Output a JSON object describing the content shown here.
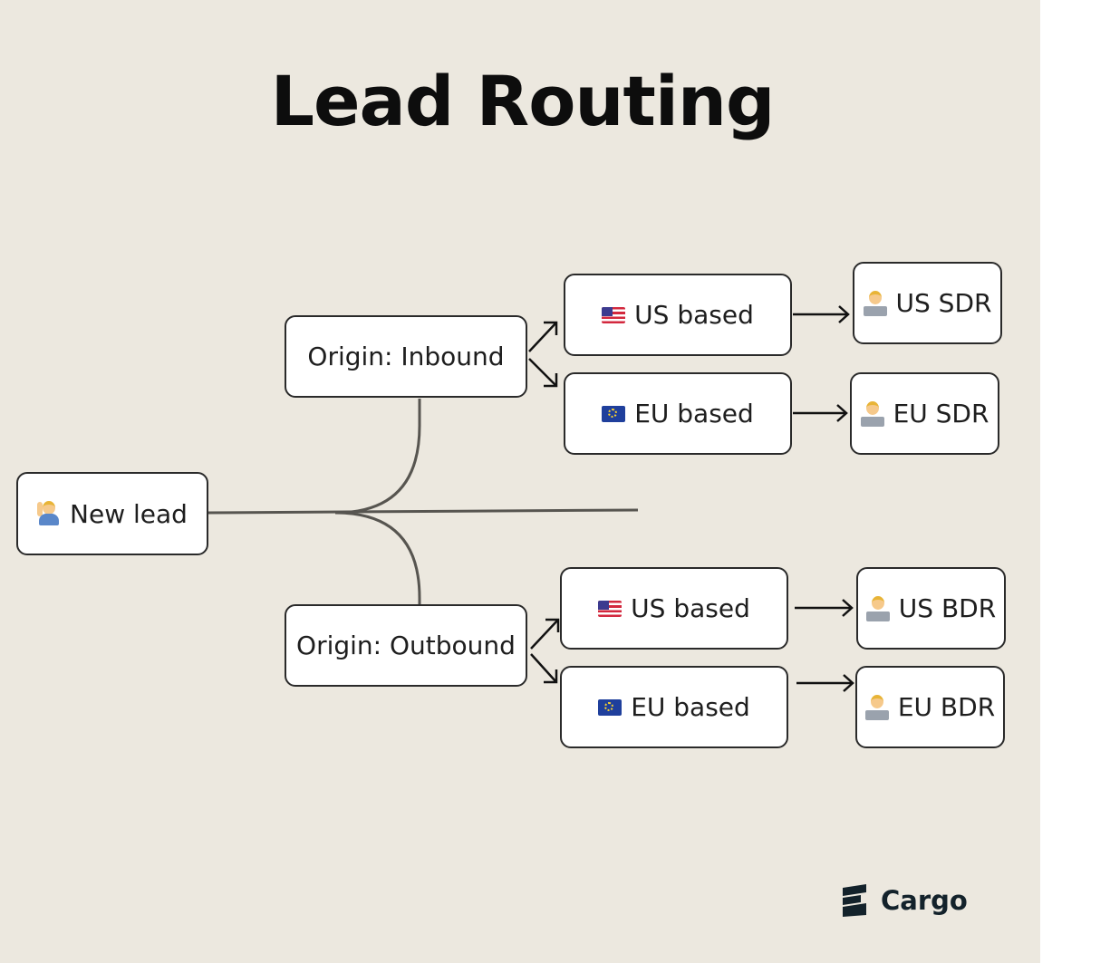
{
  "diagram": {
    "title": "Lead Routing",
    "root": {
      "label": "New lead",
      "icon": "person-raising-hand-icon"
    },
    "branches": [
      {
        "origin": "Origin: Inbound",
        "routes": [
          {
            "region": "US based",
            "flag": "us-flag-icon",
            "assignee": "US SDR",
            "assignee_icon": "technologist-icon"
          },
          {
            "region": "EU based",
            "flag": "eu-flag-icon",
            "assignee": "EU SDR",
            "assignee_icon": "technologist-icon"
          }
        ]
      },
      {
        "origin": "Origin: Outbound",
        "routes": [
          {
            "region": "US based",
            "flag": "us-flag-icon",
            "assignee": "US BDR",
            "assignee_icon": "technologist-icon"
          },
          {
            "region": "EU based",
            "flag": "eu-flag-icon",
            "assignee": "EU BDR",
            "assignee_icon": "technologist-icon"
          }
        ]
      }
    ]
  },
  "brand": {
    "name": "Cargo",
    "logo_icon": "cargo-logo-icon"
  },
  "colors": {
    "background": "#ece8df",
    "node_fill": "#ffffff",
    "node_border": "#2a2a2a",
    "connector": "#575550",
    "arrow": "#111111"
  }
}
